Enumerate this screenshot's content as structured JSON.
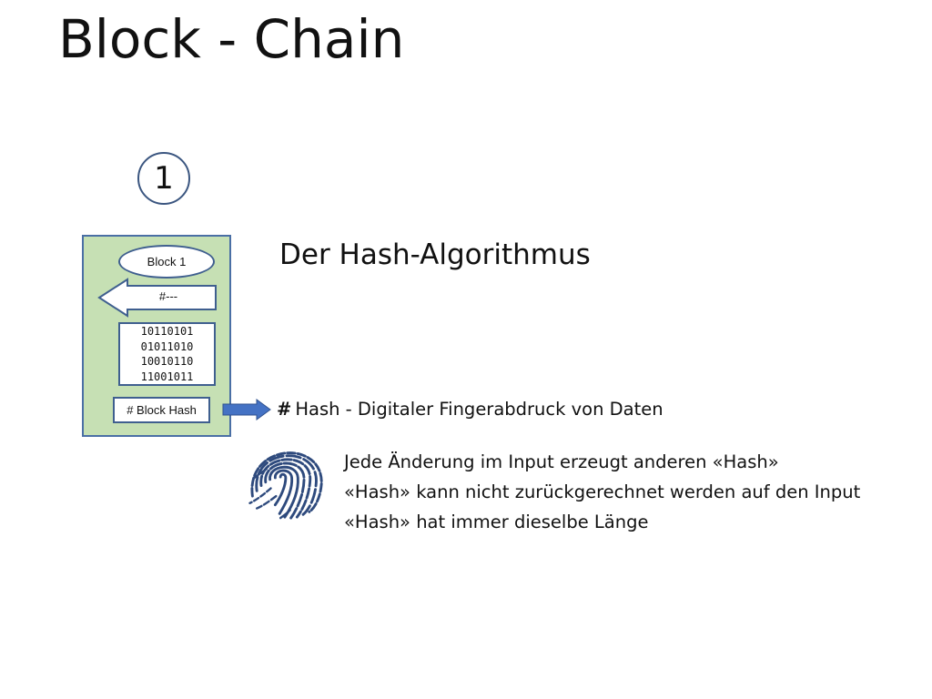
{
  "slide": {
    "title": "Block - Chain",
    "step_number": "1",
    "section_heading": "Der Hash-Algorithmus"
  },
  "block": {
    "label": "Block 1",
    "previous_hash": "#---",
    "data_lines": [
      "10110101",
      "01011010",
      "10010110",
      "11001011"
    ],
    "block_hash": "# Block Hash"
  },
  "hash_info": {
    "symbol": "#",
    "definition": "Hash - Digitaler Fingerabdruck von Daten",
    "properties": [
      "Jede Änderung im Input erzeugt anderen «Hash»",
      "«Hash» kann nicht zurückgerechnet werden auf den Input",
      "«Hash» hat immer dieselbe Länge"
    ]
  },
  "icons": {
    "fingerprint": "fingerprint-icon",
    "previous_hash_arrow": "arrow-left-icon",
    "output_arrow": "arrow-right-icon"
  },
  "colors": {
    "block_panel_fill": "#c6e0b4",
    "shape_border": "#3f5f8f",
    "arrow_fill": "#4472c4",
    "fingerprint": "#2e4a7d",
    "text": "#111111"
  }
}
